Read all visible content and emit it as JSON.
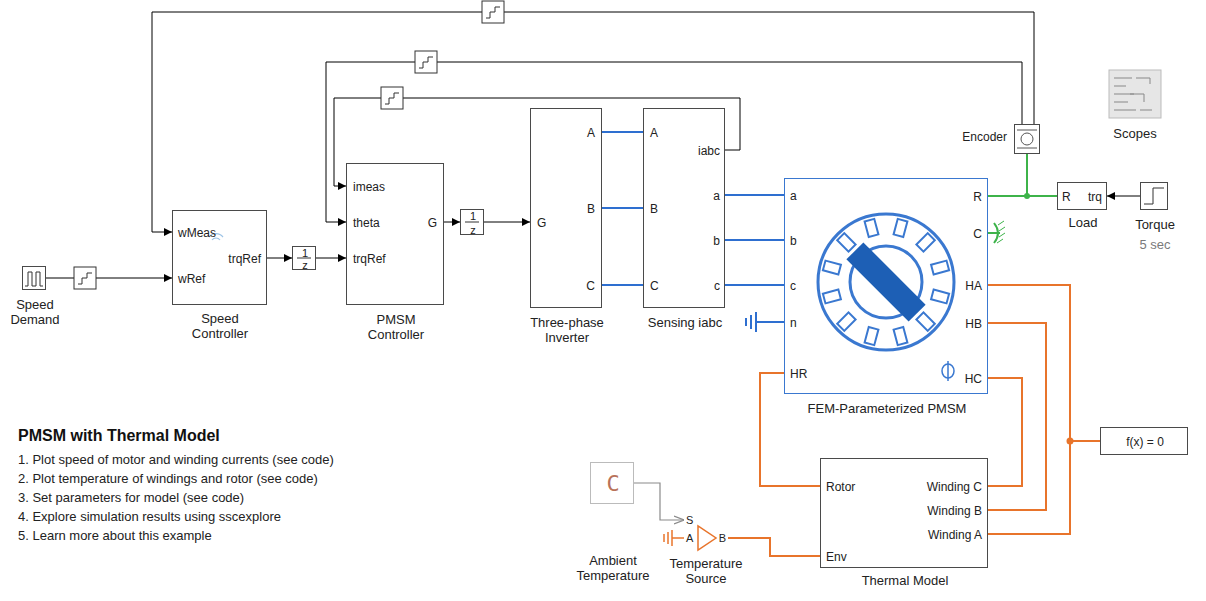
{
  "diagram": {
    "title": "PMSM with Thermal Model",
    "nodes": [
      {
        "text": [
          "Speed Demand"
        ]
      },
      {
        "text": [
          "wMeas",
          "trqRef",
          "wRef",
          "Speed Controller"
        ]
      },
      {
        "text": [
          "1",
          "z"
        ]
      },
      {
        "text": [
          "imeas",
          "theta",
          "trqRef",
          "G",
          "PMSM Controller"
        ]
      },
      {
        "text": [
          "1",
          "z"
        ]
      },
      {
        "text": [
          "G",
          "A",
          "B",
          "C",
          "Three-phase Inverter"
        ]
      },
      {
        "text": [
          "iabc",
          "A",
          "B",
          "C",
          "a",
          "b",
          "c",
          "Sensing iabc"
        ]
      },
      {
        "text": [
          "a",
          "b",
          "c",
          "n",
          "HR",
          "R",
          "C",
          "HA",
          "HB",
          "HC",
          "FEM-Parameterized PMSM"
        ]
      },
      {
        "text": [
          "Encoder"
        ]
      },
      {
        "text": [
          "Scopes"
        ]
      },
      {
        "text": [
          "R",
          "trq",
          "Load"
        ]
      },
      {
        "text": [
          "Torque",
          "5 sec"
        ]
      },
      {
        "text": [
          "f(x) = 0"
        ]
      },
      {
        "text": [
          "C",
          "Ambient Temperature"
        ]
      },
      {
        "text": [
          "S",
          "A",
          "B",
          "Temperature Source"
        ]
      },
      {
        "text": [
          "Rotor",
          "Winding C",
          "Winding B",
          "Winding A",
          "Env",
          "Thermal Model"
        ]
      }
    ],
    "edges": [
      {
        "from": 0,
        "to": 1,
        "arrow": "to"
      },
      {
        "from": 1,
        "to": 2,
        "arrow": "to"
      },
      {
        "from": 2,
        "to": 3,
        "arrow": "to"
      },
      {
        "from": 3,
        "to": 4,
        "arrow": "to"
      },
      {
        "from": 4,
        "to": 5,
        "arrow": "to"
      },
      {
        "from": 5,
        "to": 6,
        "arrow": "none"
      },
      {
        "from": 5,
        "to": 6,
        "arrow": "none"
      },
      {
        "from": 5,
        "to": 6,
        "arrow": "none"
      },
      {
        "from": 6,
        "to": 7,
        "arrow": "none"
      },
      {
        "from": 6,
        "to": 7,
        "arrow": "none"
      },
      {
        "from": 6,
        "to": 7,
        "arrow": "none"
      },
      {
        "from": 6,
        "to": 3,
        "arrow": "to"
      },
      {
        "from": 8,
        "to": 3,
        "arrow": "to"
      },
      {
        "from": 8,
        "to": 1,
        "arrow": "to"
      },
      {
        "from": 7,
        "to": 8,
        "arrow": "none"
      },
      {
        "from": 7,
        "to": 10,
        "arrow": "none"
      },
      {
        "from": 11,
        "to": 10,
        "arrow": "to"
      },
      {
        "from": 7,
        "to": 15,
        "arrow": "none"
      },
      {
        "from": 7,
        "to": 15,
        "arrow": "none"
      },
      {
        "from": 7,
        "to": 15,
        "arrow": "none"
      },
      {
        "from": 7,
        "to": 15,
        "arrow": "none"
      },
      {
        "from": 7,
        "to": 12,
        "arrow": "none"
      },
      {
        "from": 13,
        "to": 14,
        "arrow": "to"
      },
      {
        "from": 14,
        "to": 15,
        "arrow": "none"
      }
    ],
    "labels": [
      "1. Plot speed of motor and winding currents (see code)",
      "2. Plot temperature of windings and rotor (see code)",
      "3. Set parameters for model (see code)",
      "4. Explore simulation results using sscexplore",
      "5. Learn more about this example"
    ]
  }
}
